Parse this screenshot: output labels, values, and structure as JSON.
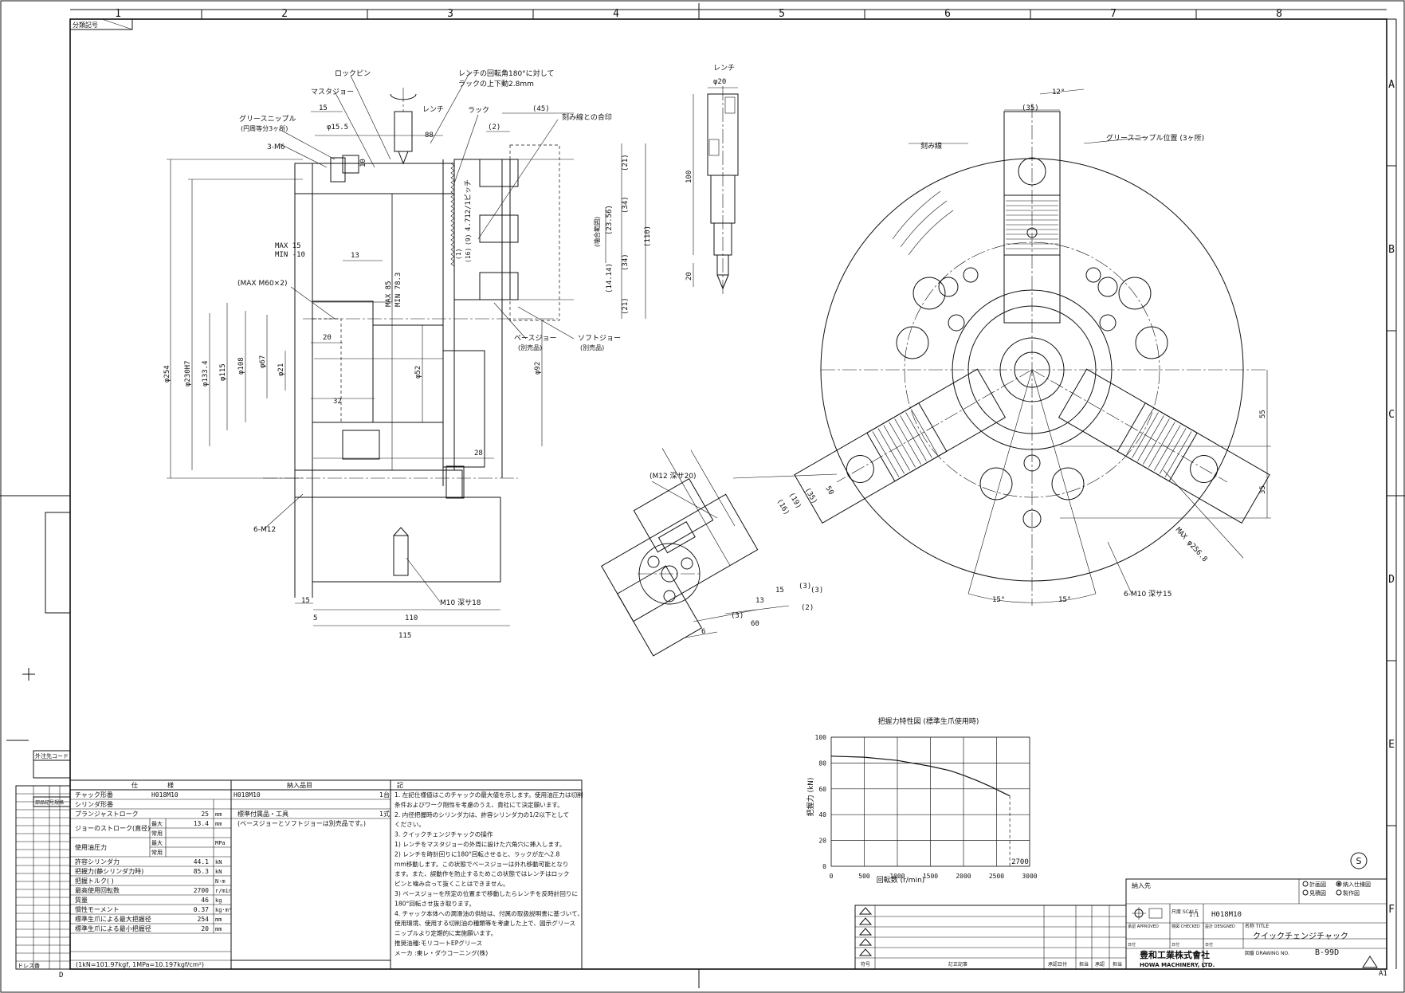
{
  "frame": {
    "columns": [
      "1",
      "2",
      "3",
      "4",
      "5",
      "6",
      "7",
      "8"
    ],
    "rows": [
      "A",
      "B",
      "C",
      "D",
      "E",
      "F"
    ],
    "class_code_label": "分類記号",
    "sheet_size": "A1"
  },
  "side_view": {
    "labels": [
      "ロックピン",
      "マスタジョー",
      "グリースニップル",
      "(円周等分3ヶ所)",
      "3-M6",
      "レンチの回転角180°に対して",
      "ラックの上下動2.8mm",
      "レンチ",
      "ラック",
      "刻み線との合印",
      "ベースジョー",
      "(別売品)",
      "ソフトジョー",
      "(別売品)",
      "(MAX M60×2)",
      "6-M12",
      "M10 深サ18",
      "MAX 15",
      "MIN -10",
      "MAX 85",
      "MIN 78.3",
      "4.712/1ピッチ",
      "(16)",
      "(9)",
      "(1)",
      "(噛合範囲)"
    ],
    "dims": [
      "15",
      "φ15.5",
      "88",
      "(2)",
      "(45)",
      "10",
      "13",
      "20",
      "32",
      "28",
      "15",
      "5",
      "110",
      "115",
      "φ254",
      "φ230H7",
      "φ133.4",
      "φ115",
      "φ108",
      "φ67",
      "φ21",
      "φ52",
      "φ92",
      "(21)",
      "(23.56)",
      "(34)",
      "(110)",
      "(14.14)",
      "(34)",
      "(21)"
    ]
  },
  "wrench": {
    "title": "レンチ",
    "dims": [
      "φ20",
      "100",
      "20"
    ]
  },
  "front_view": {
    "labels": [
      "刻み線",
      "グリースニップル位置 (3ヶ所)",
      "MAX φ256.8",
      "6-M10 深サ15"
    ],
    "dims": [
      "12°",
      "(35)",
      "55",
      "35",
      "15°",
      "15°"
    ]
  },
  "jaw_detail": {
    "labels": [
      "(M12 深サ20)",
      "50",
      "(35)",
      "(19)",
      "(16)",
      "(3)",
      "13",
      "15",
      "(3)",
      "(2)",
      "(3)",
      "60",
      "6"
    ]
  },
  "chart_data": {
    "type": "line",
    "title": "把握力特性図 (標準生爪使用時)",
    "xlabel": "回転数 (r/min)",
    "ylabel": "把握力 (kN)",
    "xlim": [
      0,
      3000
    ],
    "ylim": [
      0,
      100
    ],
    "xticks": [
      0,
      500,
      1000,
      1500,
      2000,
      2500,
      3000
    ],
    "yticks": [
      0,
      20,
      40,
      60,
      80,
      100
    ],
    "grid": true,
    "annotation": "2700",
    "series": [
      {
        "x": [
          0,
          500,
          1000,
          1500,
          1800,
          2000,
          2200,
          2400,
          2600,
          2700
        ],
        "y": [
          85.3,
          84.5,
          82,
          77.5,
          74,
          70.5,
          66.5,
          62,
          57,
          54.5
        ]
      }
    ]
  },
  "spec_table": {
    "header": [
      "仕",
      "様"
    ],
    "rows": [
      {
        "label": "チャック形番",
        "value": "H018M10",
        "unit": ""
      },
      {
        "label": "シリンダ形番",
        "value": "",
        "unit": ""
      },
      {
        "label": "プランジャストローク",
        "value": "25",
        "unit": "mm"
      },
      {
        "label": "ジョーのストローク(直径)",
        "sub": "最大",
        "value": "13.4",
        "unit": "mm"
      },
      {
        "label": "",
        "sub": "常用",
        "value": "",
        "unit": ""
      },
      {
        "label": "使用油圧力",
        "sub": "最大",
        "value": "",
        "unit": "MPa"
      },
      {
        "label": "",
        "sub": "常用",
        "value": "",
        "unit": ""
      },
      {
        "label": "許容シリンダ力",
        "value": "44.1",
        "unit": "kN"
      },
      {
        "label": "把握力(静シリンダ力時)",
        "value": "85.3",
        "unit": "kN"
      },
      {
        "label": "把握トルク(  )",
        "value": "",
        "unit": "N·m"
      },
      {
        "label": "最高使用回転数",
        "value": "2700",
        "unit": "r/min"
      },
      {
        "label": "質量",
        "value": "46",
        "unit": "kg"
      },
      {
        "label": "慣性モーメント",
        "value": "0.37",
        "unit": "kg·m²"
      },
      {
        "label": "標準生爪による最大把握径",
        "value": "254",
        "unit": "mm"
      },
      {
        "label": "標準生爪による最小把握径",
        "value": "20",
        "unit": "mm"
      }
    ],
    "footnote": "(1kN=101.97kgf, 1MPa=10.197kgf/cm²)"
  },
  "delivery": {
    "header": "納入品目",
    "rows": [
      {
        "item": "H018M10",
        "qty": "1台"
      },
      {
        "item": "標準付属品・工具",
        "qty": "1式"
      },
      {
        "item": "(ベースジョーとソフトジョーは別売品です。)",
        "qty": ""
      }
    ]
  },
  "notes": {
    "header": "記",
    "lines": [
      "1. 左記仕様値はこのチャックの最大値を示します。使用油圧力は切削",
      "   条件およびワーク剛性を考慮のうえ、貴社にて決定願います。",
      "2. 内径把握時のシリンダ力は、許容シリンダ力の1/2以下として",
      "   ください。",
      "3. クイックチェンジチャックの操作",
      "  1) レンチをマスタジョーの外周に設けた六角穴に挿入します。",
      "  2) レンチを時計回りに180°回転させると、ラックが左へ2.8",
      "     mm移動します。この状態でベースジョーは外れ移動可能となり",
      "     ます。また、誤動作を防止するためこの状態ではレンチはロック",
      "     ピンと噛み合って抜くことはできません。",
      "  3) ベースジョーを所定の位置まで移動したらレンチを反時計回りに",
      "     180°回転させ抜き取ります。",
      "4. チャック本体への潤滑油の供給は、付属の取扱説明書に基づいて、",
      "   使用環境、使用する切削油の種類等を考慮した上で、図示グリース",
      "   ニップルより定期的に実施願います。",
      "   推奨油種:モリコートEPグリース",
      "   メーカ :東レ・ダウコーニング(株)"
    ]
  },
  "left_strip": {
    "header": "外注先コード",
    "sub": "部品記号規格",
    "bottom": "ドレス番"
  },
  "revision_block": {
    "footer": [
      "符号",
      "訂正記事",
      "承認日付",
      "担当",
      "承認",
      "担当"
    ]
  },
  "title_block": {
    "customer_label": "納入先",
    "checkboxes": [
      {
        "label": "計画図",
        "checked": false
      },
      {
        "label": "納入仕様図",
        "checked": true
      },
      {
        "label": "見積図",
        "checked": false
      },
      {
        "label": "製作図",
        "checked": false
      }
    ],
    "scale_label": "尺度 SCALE",
    "scale": "1:1",
    "approved": "承認 APPROVED",
    "checked": "検図 CHECKED",
    "designed": "設計 DESIGNED",
    "name_label": "名称 TITLE",
    "model": "H018M10",
    "title": "クイックチェンジチャック",
    "drawing_no_label": "図番 DRAWING NO.",
    "drawing_no": "B-99D",
    "company_jp": "豊和工業株式會社",
    "company_en": "HOWA MACHINERY, LTD.",
    "date_label": "日付",
    "stamp": "S"
  }
}
